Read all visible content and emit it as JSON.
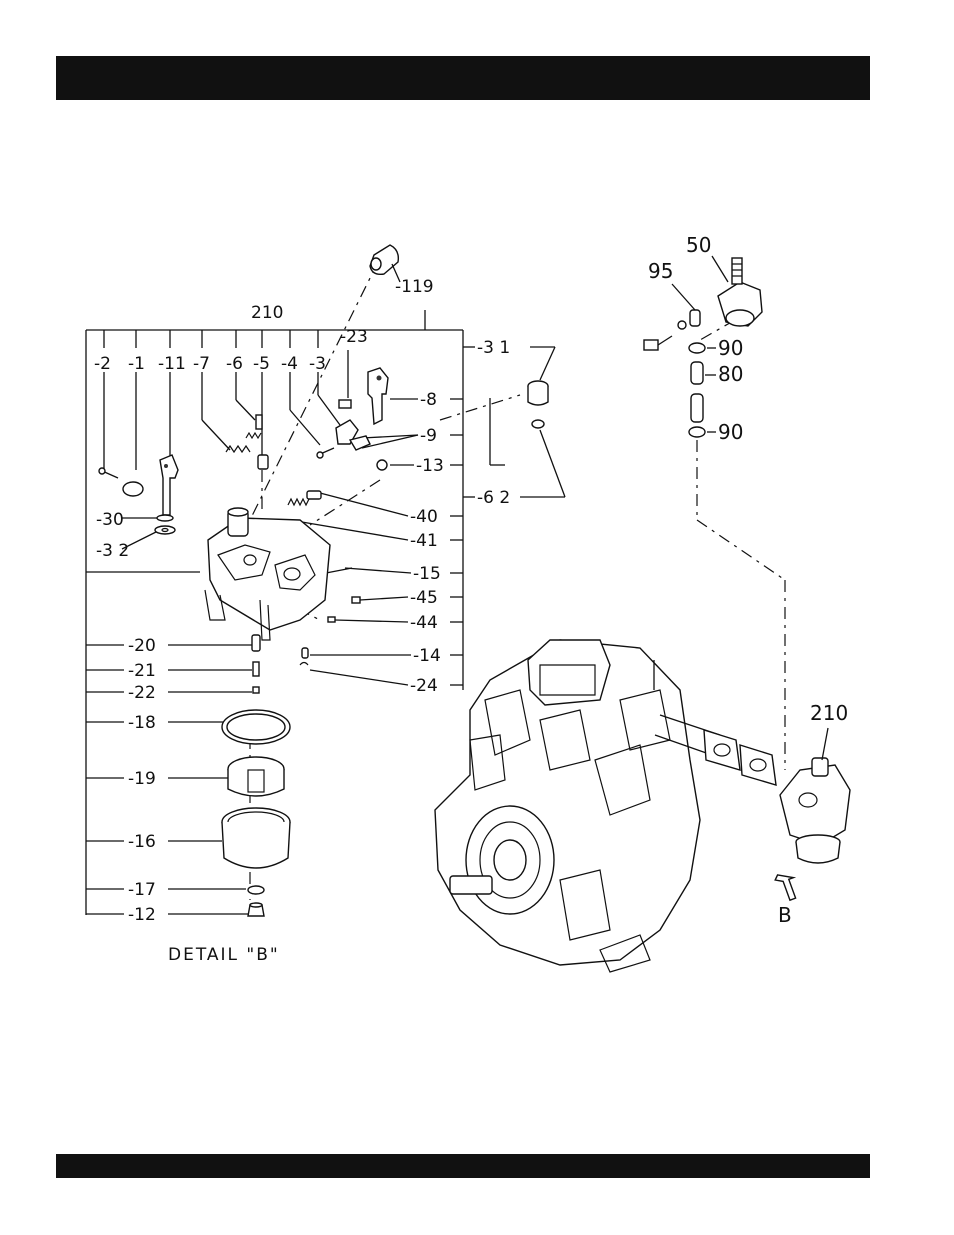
{
  "header": {
    "title": ""
  },
  "footer": {
    "text": ""
  },
  "detail": {
    "caption": "DETAIL \"B\"",
    "top_labels": [
      "-2",
      "-1",
      "-11",
      "-7",
      "-6",
      "-5",
      "-4",
      "-3"
    ],
    "callouts": {
      "c119": "-119",
      "c210": "210",
      "c23": "-23",
      "c31": "-3 1",
      "c8": "-8",
      "c9": "-9",
      "c13": "-13",
      "c62": "-6 2",
      "c30": "-30",
      "c32": "-3 2",
      "c40": "-40",
      "c41": "-41",
      "c15": "-15",
      "c45": "-45",
      "c44": "-44",
      "c14": "-14",
      "c24": "-24",
      "c20": "-20",
      "c21": "-21",
      "c22": "-22",
      "c18": "-18",
      "c19": "-19",
      "c16": "-16",
      "c17": "-17",
      "c12": "-12"
    }
  },
  "fuel": {
    "c50": "50",
    "c95": "95",
    "c90a": "90",
    "c80": "80",
    "c90b": "90"
  },
  "engine": {
    "c210": "210",
    "view_label": "B"
  }
}
